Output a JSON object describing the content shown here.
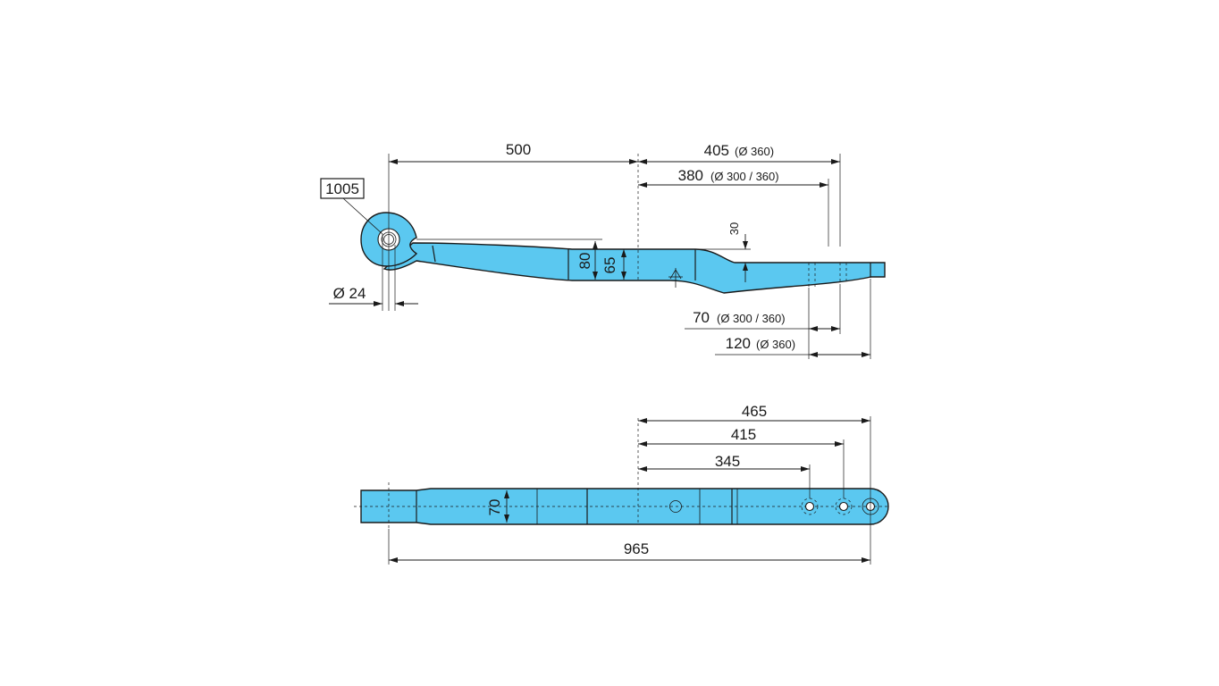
{
  "part_number": "1005",
  "side_view": {
    "dim_eye_to_center": "500",
    "dim_405_value": "405",
    "dim_405_note": "(Ø 360)",
    "dim_380_value": "380",
    "dim_380_note": "(Ø 300 / 360)",
    "dim_height_30": "30",
    "dim_height_80": "80",
    "dim_height_65": "65",
    "dim_eye_diameter": "Ø 24",
    "dim_70_value": "70",
    "dim_70_note": "(Ø 300 / 360)",
    "dim_120_value": "120",
    "dim_120_note": "(Ø 360)"
  },
  "top_view": {
    "dim_465": "465",
    "dim_415": "415",
    "dim_345": "345",
    "dim_width_70": "70",
    "dim_overall_965": "965"
  },
  "colors": {
    "part_fill": "#5bc8f0",
    "line": "#1a1a1a",
    "background": "#ffffff"
  }
}
